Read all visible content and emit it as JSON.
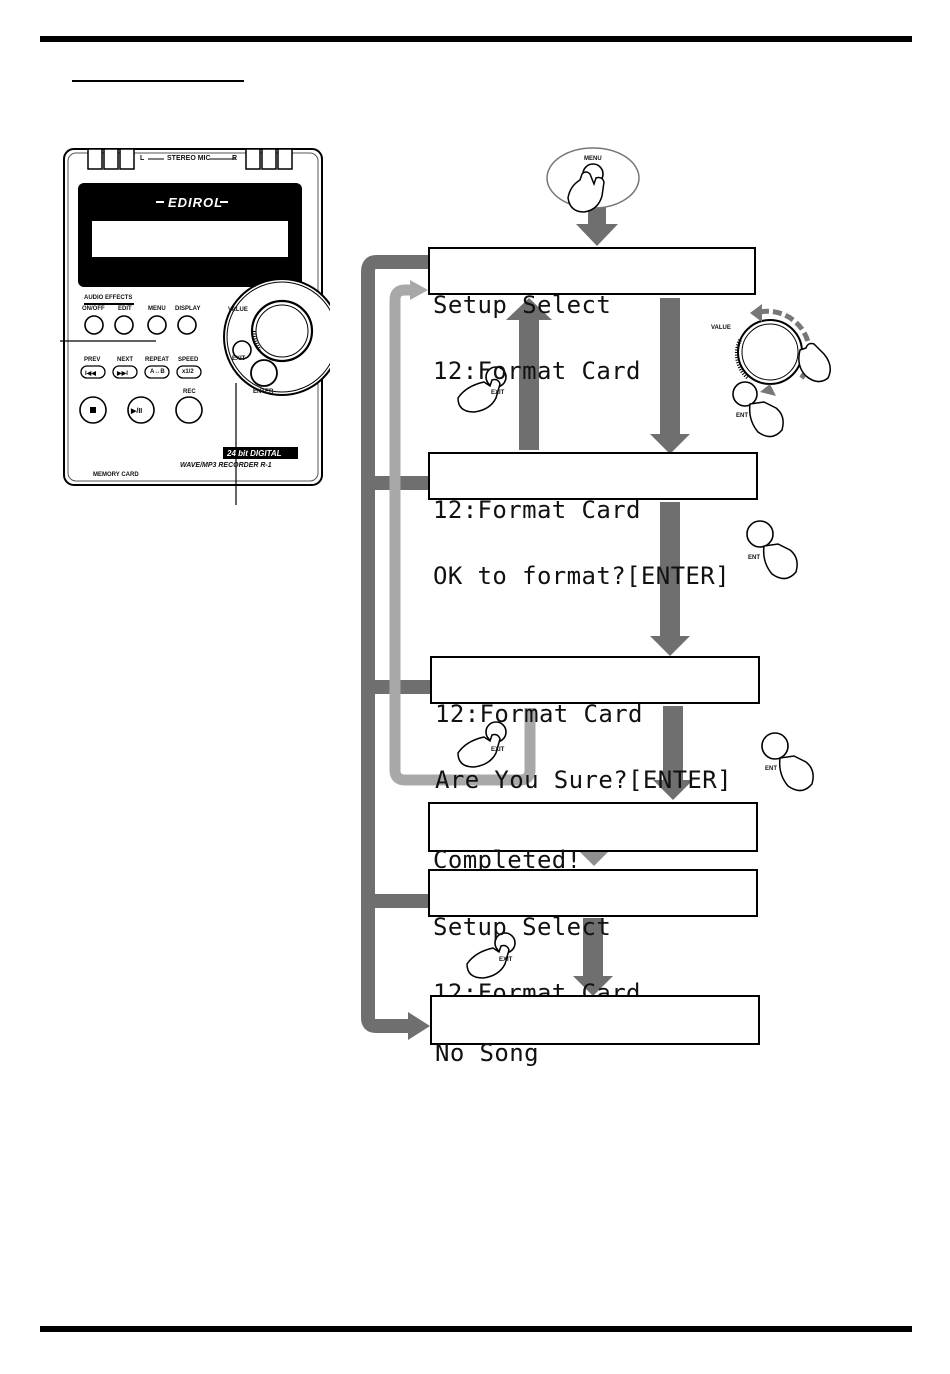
{
  "device": {
    "brand": "EDIROL",
    "mic_label": "STEREO MIC",
    "mic_left": "L",
    "mic_right": "R",
    "audio_effects": "AUDIO EFFECTS",
    "on_off": "ON/OFF",
    "edit": "EDIT",
    "menu": "MENU",
    "display": "DISPLAY",
    "value": "VALUE",
    "exit": "EXIT",
    "enter": "ENTER",
    "prev": "PREV",
    "next": "NEXT",
    "repeat": "REPEAT",
    "speed": "SPEED",
    "speed_key": "x1/2",
    "repeat_key": "A↔B",
    "rec": "REC",
    "badge": "24 bit DIGITAL",
    "model": "WAVE/MP3 RECORDER R-1",
    "memory_card": "MEMORY CARD"
  },
  "flow": {
    "screen1": {
      "line1": "Setup Select",
      "line2": "12:Format Card"
    },
    "screen2": {
      "line1": "12:Format Card",
      "line2": "OK to format?[ENTER]"
    },
    "screen3": {
      "line1": "12:Format Card",
      "line2": "Are You Sure?[ENTER]"
    },
    "screen4": {
      "line1": "Completed!",
      "line2": ""
    },
    "screen5": {
      "line1": "Setup Select",
      "line2": "12:Format Card"
    },
    "screen6": {
      "line1": "No Song",
      "line2": ""
    }
  },
  "callouts": {
    "menu": "MENU",
    "exit": "EXIT",
    "value": "VALUE",
    "enter": "ENT"
  },
  "colors": {
    "arrow_dark": "#6f6f6f",
    "arrow_light": "#a8a8a8",
    "line": "#000000"
  }
}
